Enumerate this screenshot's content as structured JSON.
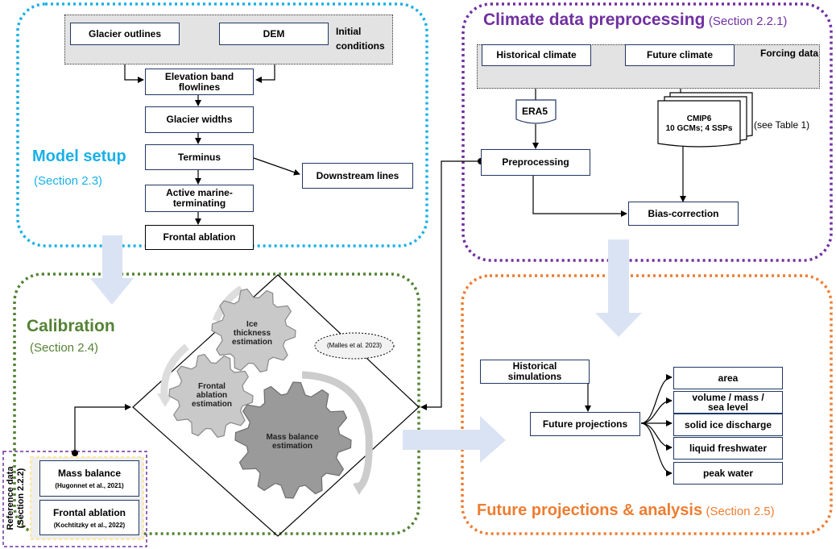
{
  "model_setup": {
    "title": "Model setup",
    "section": "(Section 2.3)",
    "initial_conditions": "Initial\nconditions",
    "glacier_outlines": "Glacier outlines",
    "dem": "DEM",
    "elevation_band": "Elevation band\nflowlines",
    "glacier_widths": "Glacier widths",
    "terminus": "Terminus",
    "downstream_lines": "Downstream lines",
    "active_marine": "Active marine-\nterminating",
    "frontal_ablation": "Frontal ablation"
  },
  "climate": {
    "title": "Climate data preprocessing",
    "section": "(Section 2.2.1)",
    "historical_climate": "Historical climate",
    "future_climate": "Future climate",
    "forcing_data": "Forcing data",
    "era5": "ERA5",
    "cmip6": "CMIP6\n10 GCMs; 4 SSPs",
    "see_table": "(see Table 1)",
    "preprocessing": "Preprocessing",
    "bias_correction": "Bias-correction"
  },
  "calibration": {
    "title": "Calibration",
    "section": "(Section 2.4)",
    "ice_thickness": "Ice\nthickness\nestimation",
    "frontal_ablation_est": "Frontal\nablation\nestimation",
    "mass_balance_est": "Mass balance\nestimation",
    "malles": "(Malles et al. 2023)"
  },
  "reference": {
    "title": "Reference data\n(Section 2.2.2)",
    "mass_balance": "Mass balance",
    "hugonnet": "(Hugonnet et al., 2021)",
    "frontal_ablation": "Frontal ablation",
    "kochtitzky": "(Kochtitzky et al., 2022)"
  },
  "future": {
    "title": "Future projections & analysis",
    "section": "(Section 2.5)",
    "historical_simulations": "Historical\nsimulations",
    "future_projections": "Future projections",
    "outputs": [
      "area",
      "volume / mass /\nsea level",
      "solid ice discharge",
      "liquid freshwater",
      "peak water"
    ]
  },
  "colors": {
    "model_setup": "#1ab0e8",
    "climate": "#7030a0",
    "calibration": "#548235",
    "future": "#ed7d31",
    "box_border": "#1f3864",
    "big_arrow": "#dae3f3"
  }
}
